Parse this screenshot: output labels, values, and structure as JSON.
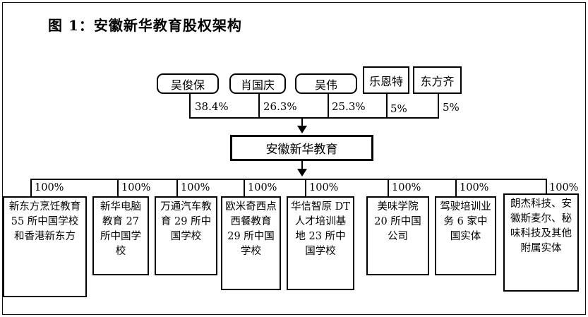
{
  "title": "图 1：安徽新华教育股权架构",
  "central": {
    "label": "安徽新华教育"
  },
  "shareholders": [
    {
      "name": "吴俊保",
      "percent": "38.4%",
      "shape": "rounded"
    },
    {
      "name": "肖国庆",
      "percent": "26.3%",
      "shape": "rounded"
    },
    {
      "name": "吴伟",
      "percent": "25.3%",
      "shape": "rounded"
    },
    {
      "name": "乐恩特",
      "percent": "5%",
      "shape": "square"
    },
    {
      "name": "东方齐",
      "percent": "5%",
      "shape": "square"
    }
  ],
  "subsidiaries": [
    {
      "label": "新东方烹饪教育 55 所中国学校和香港新东方",
      "percent": "100%"
    },
    {
      "label": "新华电脑教育 27 所中国学校",
      "percent": "100%"
    },
    {
      "label": "万通汽车教育 29 所中国学校",
      "percent": "100%"
    },
    {
      "label": "欧米奇西点西餐教育 29 所中国学校",
      "percent": "100%"
    },
    {
      "label": "华信智原 DT 人才培训基地 23 所中国学校",
      "percent": "100%"
    },
    {
      "label": "美味学院 20 所中国公司",
      "percent": "100%"
    },
    {
      "label": "驾驶培训业务 6 家中国实体",
      "percent": "100%"
    },
    {
      "label": "朗杰科技、安徽斯麦尔、秘味科技及其他附属实体",
      "percent": "100%"
    }
  ],
  "colors": {
    "line": "#000000",
    "background": "#ffffff",
    "text": "#000000"
  }
}
